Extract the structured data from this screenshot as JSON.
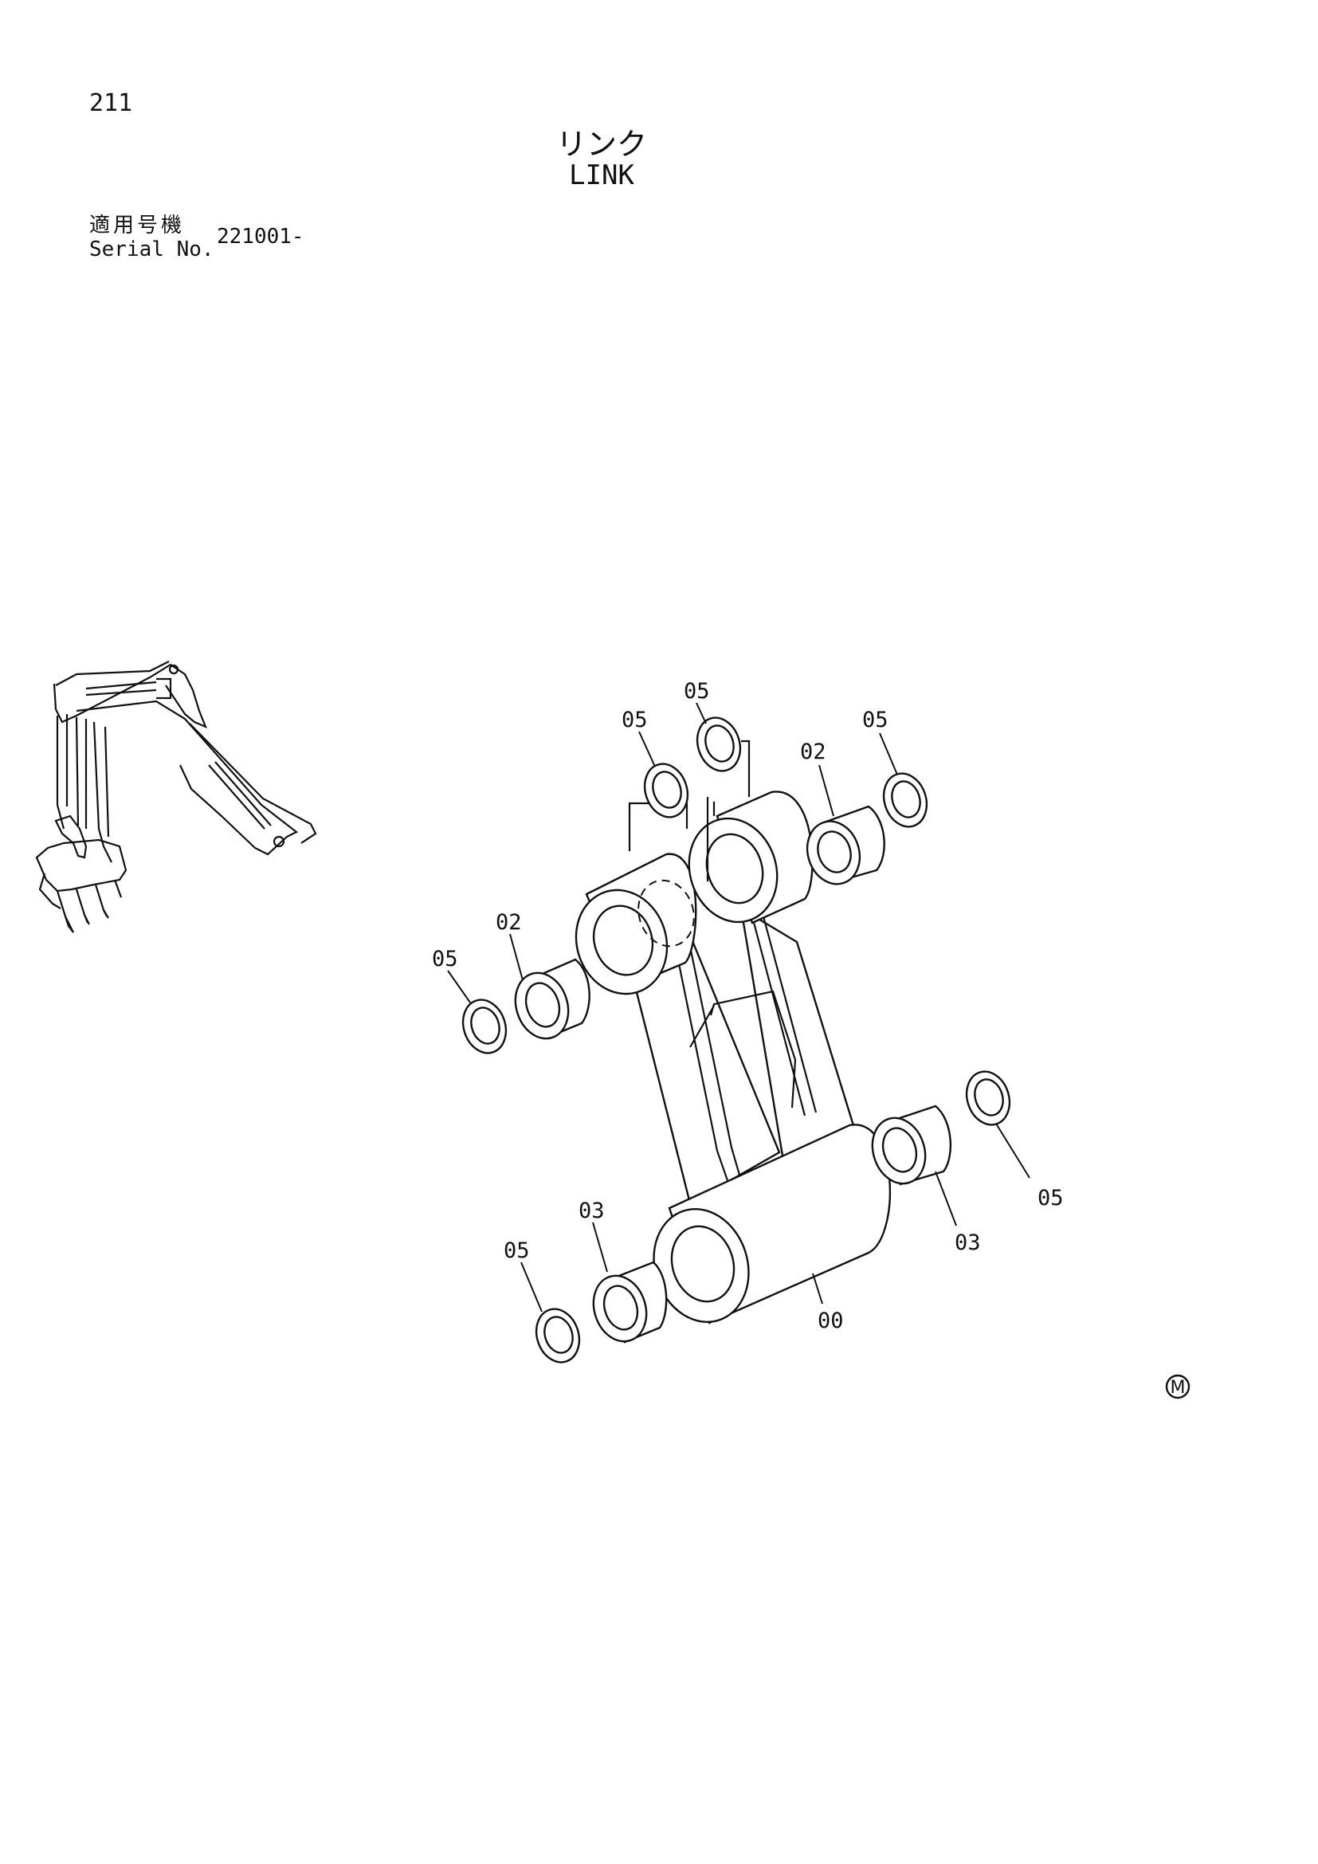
{
  "header": {
    "page_number": "211",
    "title_ja": "リンク",
    "title_en": "LINK",
    "serial_label_ja": "適用号機",
    "serial_label_en": "Serial No.",
    "serial_value": "221001-"
  },
  "callouts": {
    "c1": "05",
    "c2": "05",
    "c3": "05",
    "c4": "02",
    "c5": "02",
    "c6": "05",
    "c7": "03",
    "c8": "05",
    "c9": "03",
    "c10": "05",
    "c11": "00"
  },
  "footer": {
    "mark": "M"
  }
}
